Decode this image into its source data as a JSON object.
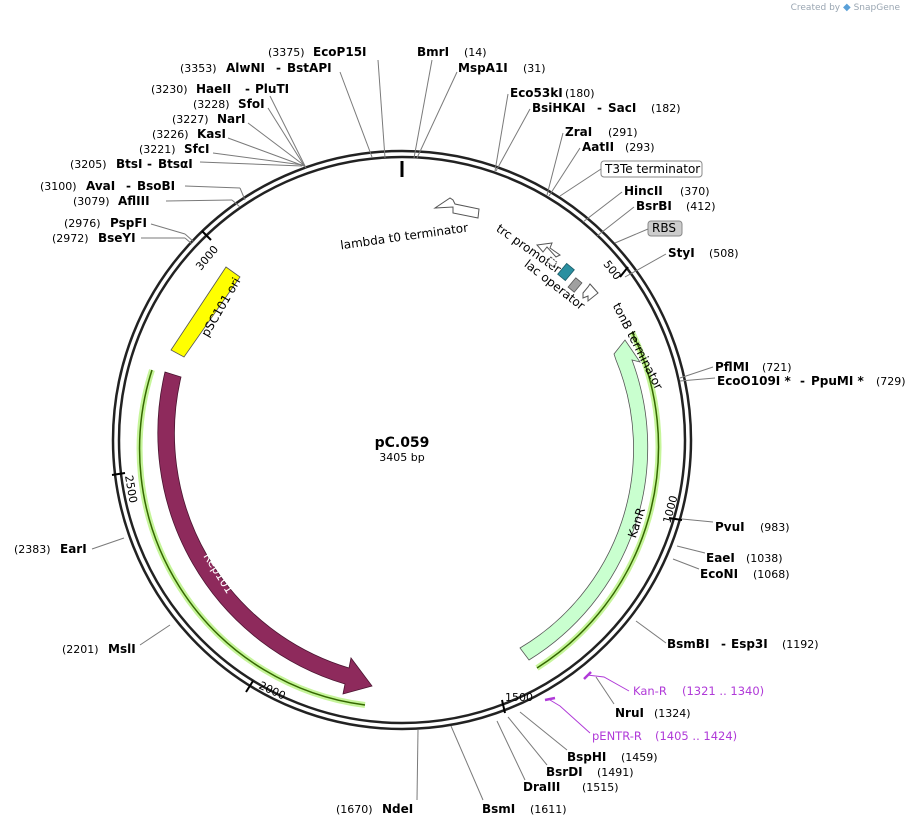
{
  "watermark": {
    "created_by": "Created by",
    "brand": "SnapGene"
  },
  "plasmid": {
    "name": "pC.059",
    "length_label": "3405 bp"
  },
  "scale_ticks": [
    {
      "label": "500"
    },
    {
      "label": "1000"
    },
    {
      "label": "1500"
    },
    {
      "label": "2000"
    },
    {
      "label": "2500"
    },
    {
      "label": "3000"
    }
  ],
  "features": [
    {
      "name": "pSC101 ori",
      "color": "#ffff00"
    },
    {
      "name": "Rep101",
      "color": "#8e2a5c"
    },
    {
      "name": "KanR",
      "color": "#c9ffcf"
    },
    {
      "name": "lambda t0 terminator",
      "color": "#ffffff"
    },
    {
      "name": "trc promoter",
      "color": "#ffffff"
    },
    {
      "name": "lac operator",
      "color": "#2a8fa0"
    },
    {
      "name": "tonB terminator",
      "color": "#ffffff"
    },
    {
      "name": "RBS",
      "color": "#a0a0a0"
    },
    {
      "name": "T3Te terminator",
      "color": "#ffffff"
    }
  ],
  "boxed_labels": [
    {
      "text": "T3Te terminator"
    },
    {
      "text": "RBS"
    }
  ],
  "sites": [
    {
      "name": "EcoP15I",
      "pos": "(3375)"
    },
    {
      "name": "AlwNI",
      "name2": "BstAPI",
      "pos": "(3353)"
    },
    {
      "name": "HaeII",
      "name2": "PluTI",
      "pos": "(3230)"
    },
    {
      "name": "SfoI",
      "pos": "(3228)"
    },
    {
      "name": "NarI",
      "pos": "(3227)"
    },
    {
      "name": "KasI",
      "pos": "(3226)"
    },
    {
      "name": "SfcI",
      "pos": "(3221)"
    },
    {
      "name": "BtsI",
      "name2": "BtsαI",
      "pos": "(3205)"
    },
    {
      "name": "AvaI",
      "name2": "BsoBI",
      "pos": "(3100)"
    },
    {
      "name": "AflIII",
      "pos": "(3079)"
    },
    {
      "name": "PspFI",
      "pos": "(2976)"
    },
    {
      "name": "BseYI",
      "pos": "(2972)"
    },
    {
      "name": "EarI",
      "pos": "(2383)"
    },
    {
      "name": "MslI",
      "pos": "(2201)"
    },
    {
      "name": "NdeI",
      "pos": "(1670)"
    },
    {
      "name": "BmrI",
      "pos": "(14)"
    },
    {
      "name": "MspA1I",
      "pos": "(31)"
    },
    {
      "name": "Eco53kI",
      "pos": "(180)"
    },
    {
      "name": "BsiHKAI",
      "name2": "SacI",
      "pos": "(182)"
    },
    {
      "name": "ZraI",
      "pos": "(291)"
    },
    {
      "name": "AatII",
      "pos": "(293)"
    },
    {
      "name": "HincII",
      "pos": "(370)"
    },
    {
      "name": "BsrBI",
      "pos": "(412)"
    },
    {
      "name": "StyI",
      "pos": "(508)"
    },
    {
      "name": "PflMI",
      "pos": "(721)"
    },
    {
      "name": "EcoO109I *",
      "name2": "PpuMI *",
      "pos": "(729)"
    },
    {
      "name": "PvuI",
      "pos": "(983)"
    },
    {
      "name": "EaeI",
      "pos": "(1038)"
    },
    {
      "name": "EcoNI",
      "pos": "(1068)"
    },
    {
      "name": "BsmBI",
      "name2": "Esp3I",
      "pos": "(1192)"
    },
    {
      "name": "NruI",
      "pos": "(1324)"
    },
    {
      "name": "BspHI",
      "pos": "(1459)"
    },
    {
      "name": "BsrDI",
      "pos": "(1491)"
    },
    {
      "name": "DraIII",
      "pos": "(1515)"
    },
    {
      "name": "BsmI",
      "pos": "(1611)"
    }
  ],
  "primers": [
    {
      "name": "Kan-R",
      "range": "(1321 .. 1340)",
      "color": "#b03ad8"
    },
    {
      "name": "pENTR-R",
      "range": "(1405 .. 1424)",
      "color": "#b03ad8"
    }
  ]
}
